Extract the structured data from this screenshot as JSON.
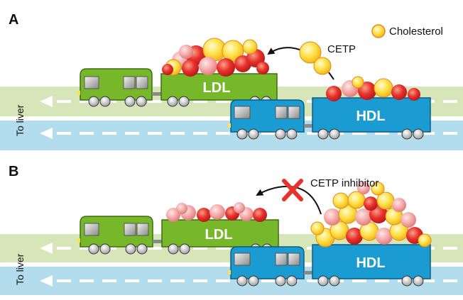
{
  "panels": [
    {
      "letter": "A",
      "ldl_label": "LDL",
      "hdl_label": "HDL",
      "arrow_label": "CETP",
      "side_label": "To liver"
    },
    {
      "letter": "B",
      "ldl_label": "LDL",
      "hdl_label": "HDL",
      "arrow_label": "CETP inhibitor",
      "side_label": "To liver"
    }
  ],
  "legend": {
    "label": "Cholesterol"
  },
  "colors": {
    "ldl_green": "#76b82a",
    "hdl_blue": "#1a9bd1",
    "lane_green": "#d6e6b8",
    "lane_blue": "#b3dcec",
    "ball_yellow": "#ffe14a",
    "ball_red": "#e8312b",
    "ball_pink": "#f4a6a6",
    "cross_red": "#e8312b"
  }
}
